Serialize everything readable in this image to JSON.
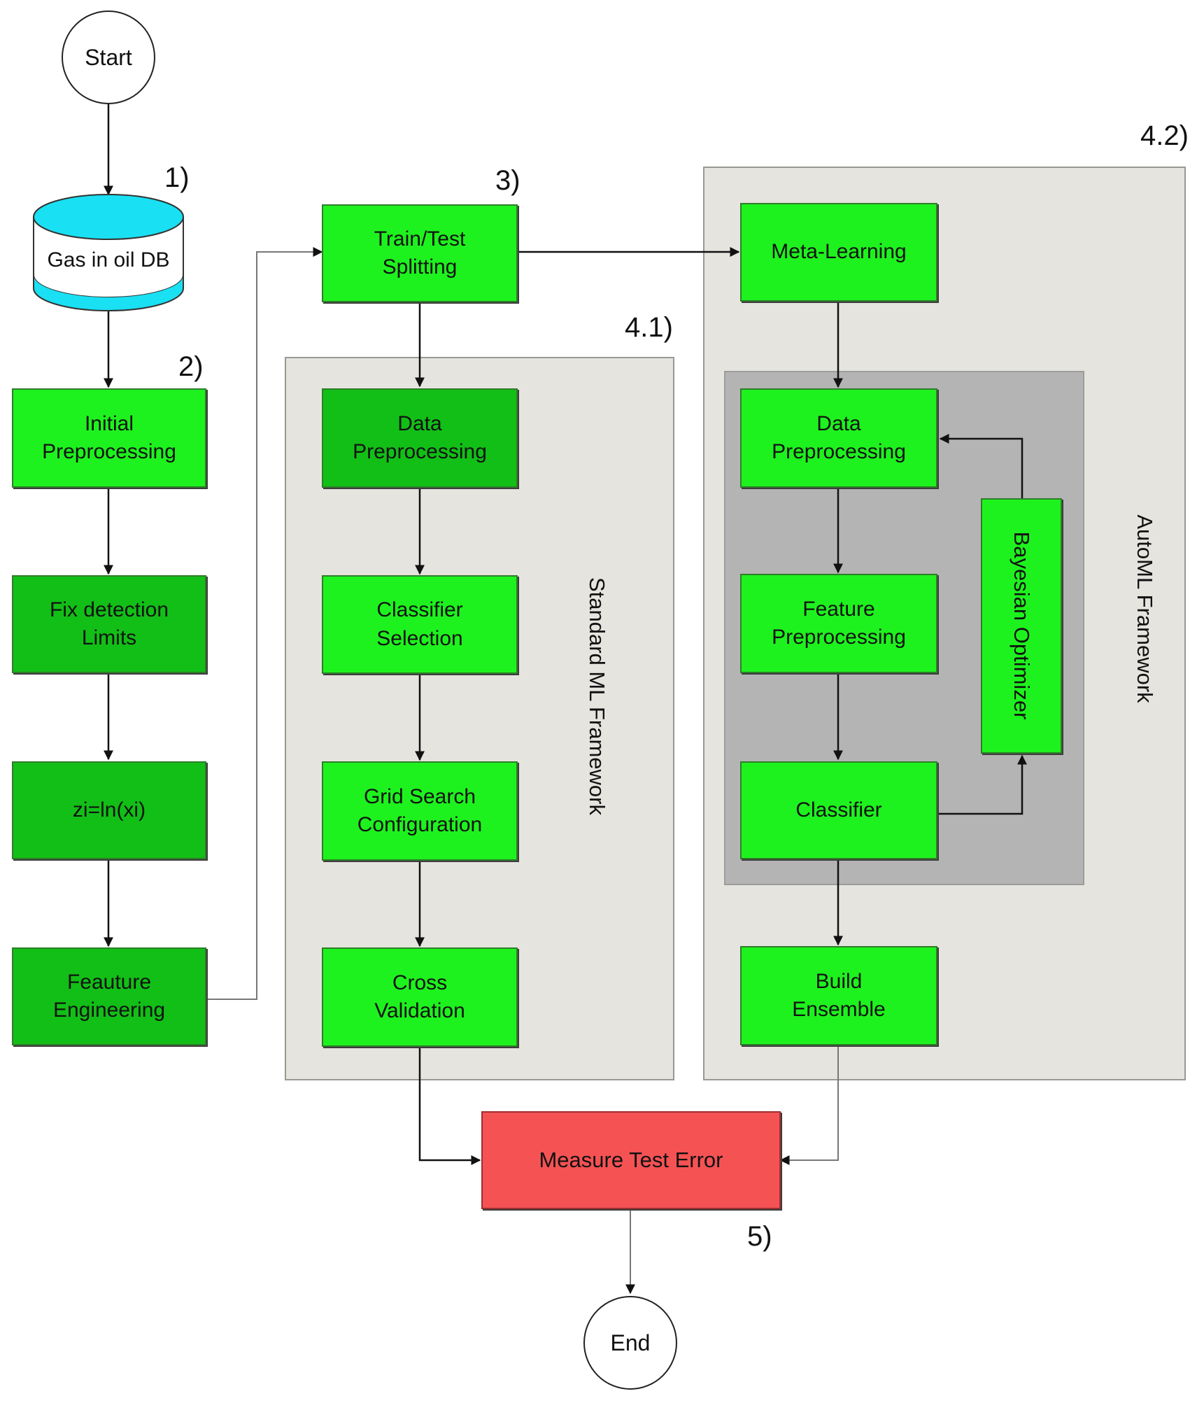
{
  "nodes": {
    "start": "Start",
    "end": "End",
    "database": "Gas in oil DB",
    "initial_preprocessing": [
      "Initial",
      "Preprocessing"
    ],
    "fix_detection_limits": [
      "Fix detection",
      "Limits"
    ],
    "log_transform": "zi=ln(xi)",
    "feature_engineering": [
      "Feauture",
      "Engineering"
    ],
    "train_test_splitting": [
      "Train/Test",
      "Splitting"
    ],
    "std_data_preprocessing": [
      "Data",
      "Preprocessing"
    ],
    "classifier_selection": [
      "Classifier",
      "Selection"
    ],
    "grid_search": [
      "Grid Search",
      "Configuration"
    ],
    "cross_validation": [
      "Cross",
      "Validation"
    ],
    "meta_learning": "Meta-Learning",
    "auto_data_preprocessing": [
      "Data",
      "Preprocessing"
    ],
    "feature_preprocessing": [
      "Feature",
      "Preprocessing"
    ],
    "classifier": "Classifier",
    "bayesian_optimizer": "Bayesian Optimizer",
    "build_ensemble": [
      "Build",
      "Ensemble"
    ],
    "measure_test_error": "Measure Test Error"
  },
  "step_labels": {
    "s1": "1)",
    "s2": "2)",
    "s3": "3)",
    "s41": "4.1)",
    "s42": "4.2)",
    "s5": "5)"
  },
  "frameworks": {
    "standard": "Standard ML Framework",
    "automl": "AutoML Framework"
  },
  "colors": {
    "box_green": "#1ef21e",
    "box_dark_green": "#12bf16",
    "box_red": "#f55254",
    "db_cyan": "#19e0f2",
    "panel": "#e6e4df",
    "inner_panel": "#b4b4b4"
  }
}
